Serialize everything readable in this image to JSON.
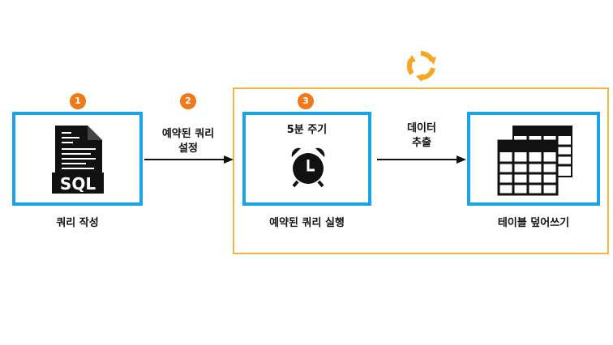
{
  "steps": [
    {
      "number": "1",
      "label": "쿼리 작성"
    },
    {
      "number": "2",
      "label_line1": "예약된 쿼리",
      "label_line2": "설정"
    },
    {
      "number": "3",
      "box_label": "5분 주기",
      "label": "예약된 쿼리 실행"
    }
  ],
  "flow": {
    "extract_line1": "데이터",
    "extract_line2": "추출",
    "overwrite_label": "테이블 덮어쓰기"
  },
  "icons": {
    "sql_file": "sql-file-icon",
    "alarm_clock": "alarm-clock-icon",
    "table": "table-icon",
    "refresh": "refresh-cycle-icon",
    "sql_text": "SQL"
  },
  "colors": {
    "box_border": "#1aa3e8",
    "badge": "#f07a1a",
    "frame": "#f4b53a",
    "refresh": "#f5a623"
  }
}
